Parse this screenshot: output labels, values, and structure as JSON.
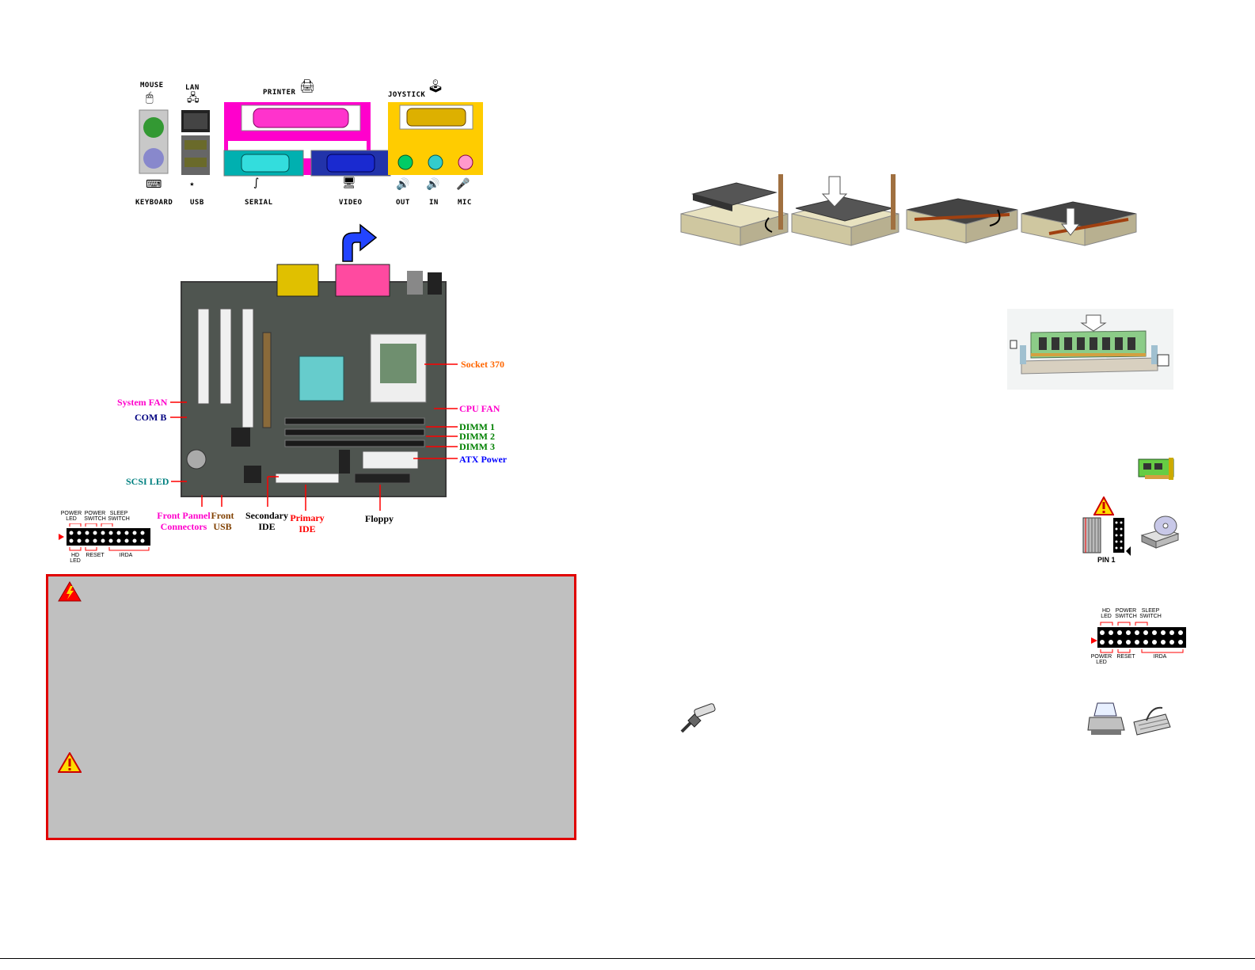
{
  "io_panel": {
    "top_labels": {
      "mouse": "MOUSE",
      "lan": "LAN",
      "printer": "PRINTER",
      "joystick": "JOYSTICK"
    },
    "bottom_labels": {
      "keyboard": "KEYBOARD",
      "usb": "USB",
      "serial": "SERIAL",
      "video": "VIDEO",
      "out": "OUT",
      "in": "IN",
      "mic": "MIC"
    }
  },
  "board_callouts": {
    "socket": "Socket 370",
    "system_fan": "System FAN",
    "comb": "COM B",
    "cpu_fan": "CPU FAN",
    "dimm1": "DIMM 1",
    "dimm2": "DIMM 2",
    "dimm3": "DIMM 3",
    "atx_power": "ATX Power",
    "scsi_led": "SCSI LED",
    "front_panel_1": "Front Pannel",
    "front_panel_2": "Connectors",
    "front_usb_1": "Front",
    "front_usb_2": "USB",
    "secondary_ide_1": "Secondary",
    "secondary_ide_2": "IDE",
    "primary_ide_1": "Primary",
    "primary_ide_2": "IDE",
    "floppy": "Floppy"
  },
  "front_header_left": {
    "top": [
      "POWER LED",
      "POWER SWITCH",
      "SLEEP SWITCH"
    ],
    "bottom": [
      "HD LED",
      "RESET",
      "IRDA"
    ]
  },
  "front_header_right": {
    "top": [
      "HD LED",
      "POWER SWITCH",
      "SLEEP SWITCH"
    ],
    "bottom": [
      "POWER LED",
      "RESET",
      "IRDA"
    ]
  },
  "ide_icon": {
    "pin_label": "PIN 1"
  },
  "colors": {
    "warning_border": "#e00000",
    "warning_bg": "#c0c0c0",
    "socket": "#ff6600",
    "magenta": "#ff00cc",
    "navy": "#000080",
    "green": "#008000",
    "blue": "#0000ff",
    "teal": "#008080",
    "red": "#ff0000",
    "brown": "#804000"
  },
  "icons": [
    "mouse-icon",
    "lan-icon",
    "printer-icon",
    "joystick-icon",
    "keyboard-icon",
    "usb-icon",
    "serial-icon",
    "video-icon",
    "speaker-icon",
    "mic-icon",
    "warning-icon",
    "lightning-warning-icon",
    "cable-plug-icon",
    "cd-drive-icon",
    "expansion-card-icon"
  ]
}
